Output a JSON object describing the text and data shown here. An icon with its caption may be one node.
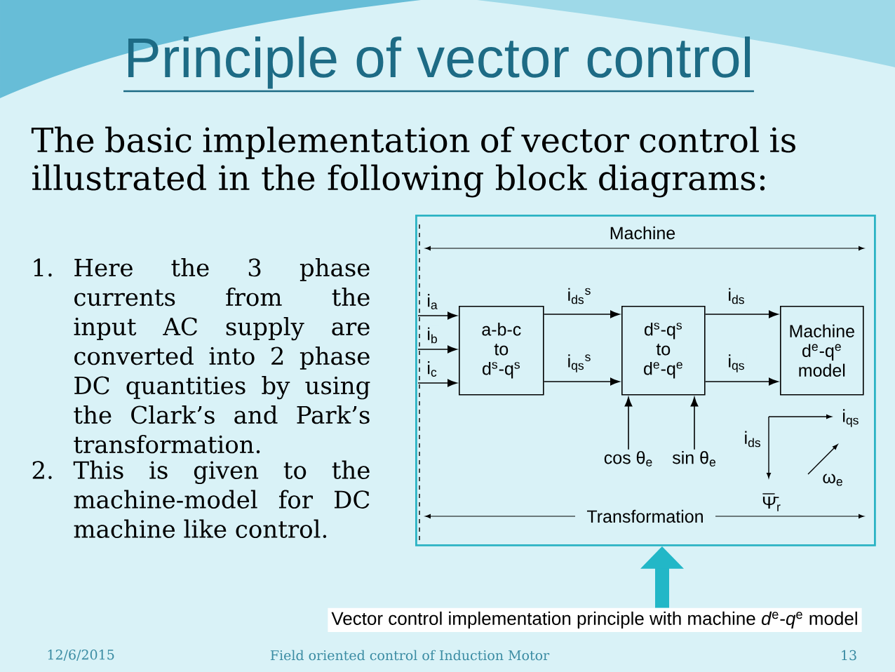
{
  "diagram": {
    "title": "Principle of vector control",
    "nodes": [
      {
        "text": [],
        "shape": "box"
      },
      {
        "text": [
          "a-b-c to d$^{s}$-q$^{s}$"
        ],
        "in": 0
      },
      {
        "text": [
          "d$^{s}$-q$^{s}$ to d$^{e}$-q$^{e}$"
        ],
        "in": 0
      },
      {
        "text": [
          "Machine d$^{e}$-q$^{e}$ model"
        ],
        "in": 0
      },
      {
        "text": [
          "cos θ$_{e}$"
        ],
        "in": 0
      },
      {
        "text": [
          "sin θ$_{e}$"
        ],
        "in": 0
      },
      {
        "text": [
          "Vector control implementation principle with machine *d*$^{e}$-*q*$^{e}$ model"
        ]
      }
    ],
    "edges": [
      {
        "from": null,
        "to": 1,
        "arrow": "to",
        "label": "i$_{a}$"
      },
      {
        "from": null,
        "to": 1,
        "arrow": "to",
        "label": "i$_{b}$"
      },
      {
        "from": null,
        "to": 1,
        "arrow": "to",
        "label": "i$_{c}$"
      },
      {
        "from": 1,
        "to": 2,
        "arrow": "to",
        "label": "i$_{ds}$$^{s}$"
      },
      {
        "from": 1,
        "to": 2,
        "arrow": "to",
        "label": "i$_{qs}$$^{s}$"
      },
      {
        "from": 2,
        "to": 3,
        "arrow": "to",
        "label": "i$_{ds}$"
      },
      {
        "from": 2,
        "to": 3,
        "arrow": "to",
        "label": "i$_{qs}$"
      },
      {
        "from": 4,
        "to": 2,
        "arrow": "to"
      },
      {
        "from": 5,
        "to": 2,
        "arrow": "to"
      },
      {
        "from": 6,
        "to": 0,
        "arrow": "to",
        "style": "thick",
        "color": "#22b7c7"
      }
    ],
    "labels": [
      "The basic implementation of vector control is illustrated in the following block diagrams:",
      "1.",
      "Here the 3 phase currents from the input AC supply are converted into 2 phase DC quantities by using the Clark’s and Park’s transformation.",
      "2.",
      "This is given to the machine-model for DC machine like control.",
      "Machine",
      "i$_{qs}$",
      "i$_{ds}$",
      "ω$_{e}$",
      "Ψ̄$_{r}$",
      "Transformation",
      "12/6/2015",
      "Field oriented control of Induction Motor",
      "13"
    ]
  }
}
